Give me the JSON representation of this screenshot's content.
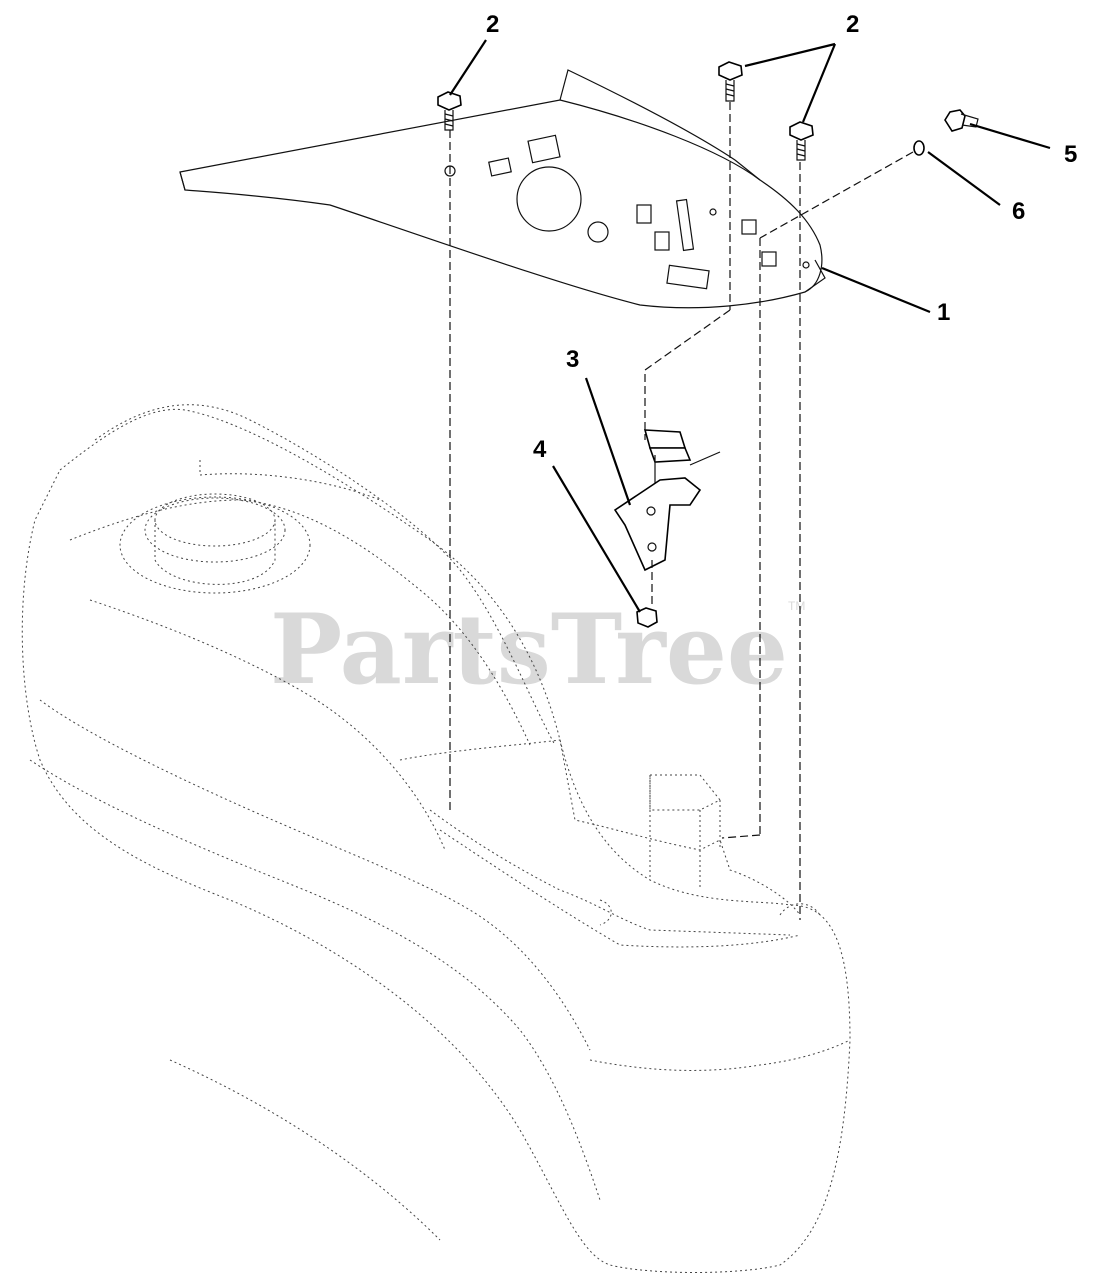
{
  "watermark": {
    "text": "PartsTree",
    "trademark": "TM"
  },
  "callouts": [
    {
      "id": "callout-1",
      "label": "1"
    },
    {
      "id": "callout-2a",
      "label": "2"
    },
    {
      "id": "callout-2b",
      "label": "2"
    },
    {
      "id": "callout-3",
      "label": "3"
    },
    {
      "id": "callout-4",
      "label": "4"
    },
    {
      "id": "callout-5",
      "label": "5"
    },
    {
      "id": "callout-6",
      "label": "6"
    }
  ]
}
